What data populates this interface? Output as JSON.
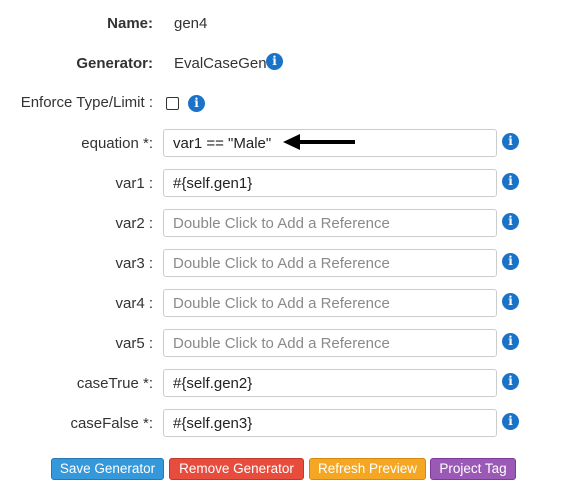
{
  "name": {
    "label": "Name:",
    "value": "gen4"
  },
  "generator": {
    "label": "Generator:",
    "value": "EvalCaseGen",
    "info_icon": "info-icon"
  },
  "enforce": {
    "label": "Enforce Type/Limit :",
    "checked": false,
    "info_icon": "info-icon"
  },
  "fields": {
    "equation": {
      "label": "equation *:",
      "value": "var1 == \"Male\"",
      "placeholder": ""
    },
    "var1": {
      "label": "var1 :",
      "value": "#{self.gen1}",
      "placeholder": ""
    },
    "var2": {
      "label": "var2 :",
      "value": "",
      "placeholder": "Double Click to Add a Reference"
    },
    "var3": {
      "label": "var3 :",
      "value": "",
      "placeholder": "Double Click to Add a Reference"
    },
    "var4": {
      "label": "var4 :",
      "value": "",
      "placeholder": "Double Click to Add a Reference"
    },
    "var5": {
      "label": "var5 :",
      "value": "",
      "placeholder": "Double Click to Add a Reference"
    },
    "caseTrue": {
      "label": "caseTrue *:",
      "value": "#{self.gen2}",
      "placeholder": ""
    },
    "caseFalse": {
      "label": "caseFalse *:",
      "value": "#{self.gen3}",
      "placeholder": ""
    }
  },
  "annotation": {
    "icon": "arrow-left-icon",
    "color": "#000000"
  },
  "buttons": {
    "save": "Save Generator",
    "remove": "Remove Generator",
    "refresh": "Refresh Preview",
    "tag": "Project Tag"
  },
  "colors": {
    "info": "#1a73c7",
    "save": "#3498db",
    "remove": "#e74c3c",
    "refresh": "#f5a623",
    "tag": "#9b59b6"
  }
}
